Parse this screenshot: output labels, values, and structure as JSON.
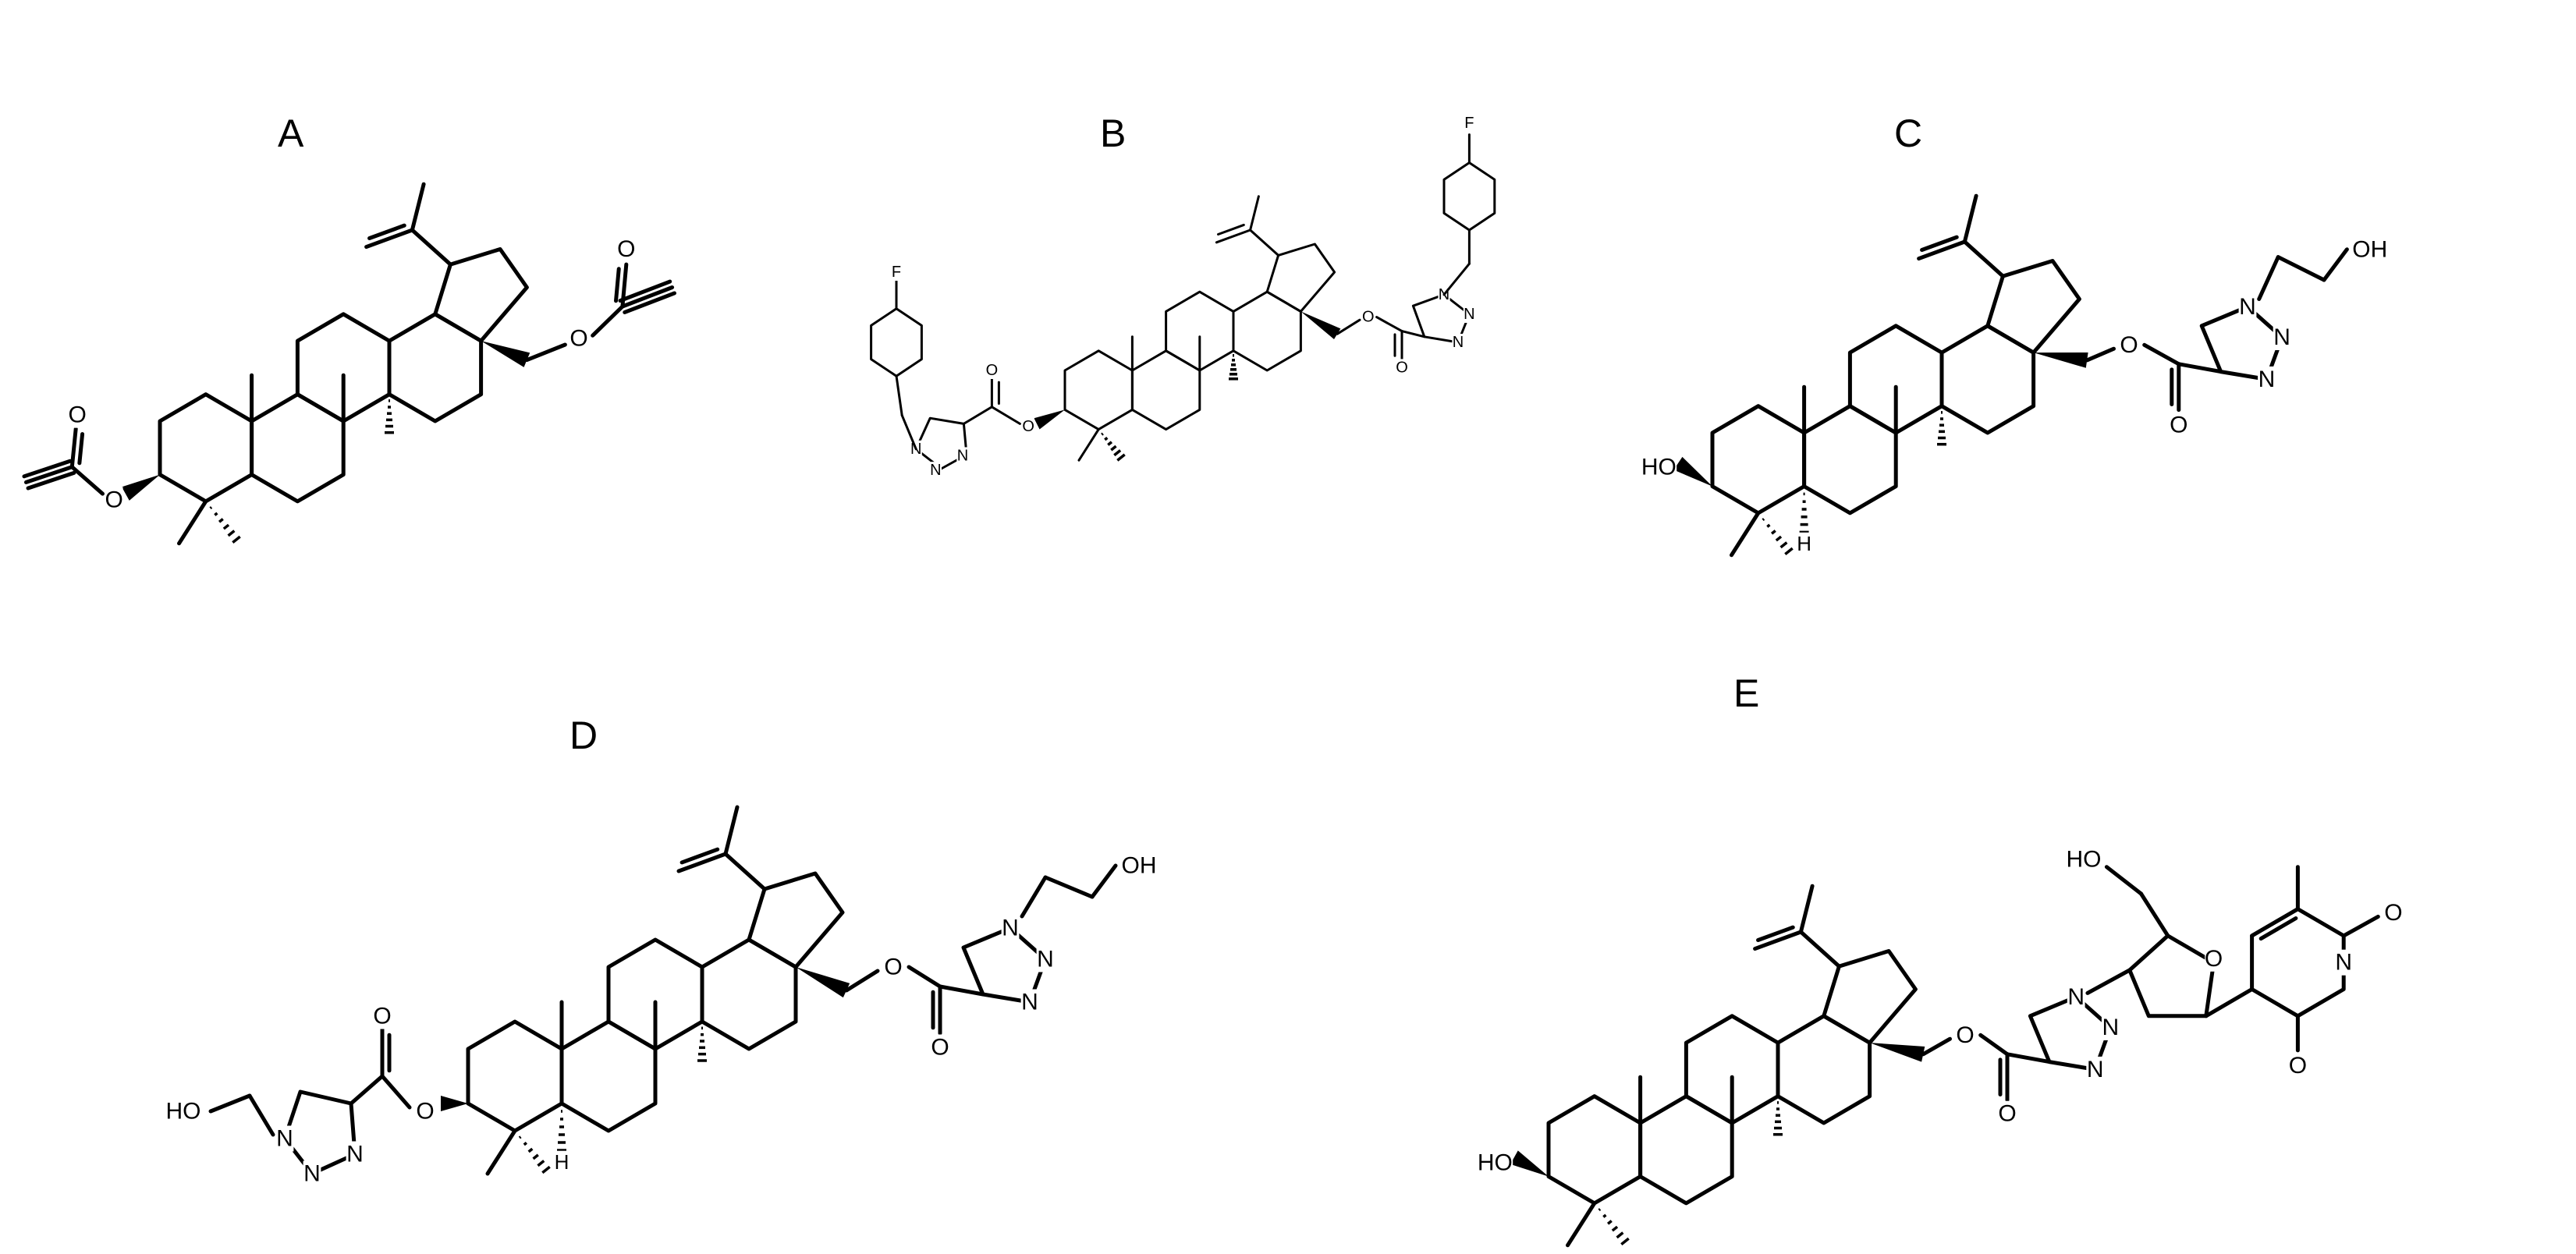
{
  "panels": [
    {
      "id": "A",
      "label": "A",
      "atoms": [
        "O",
        "O",
        "O",
        "O"
      ]
    },
    {
      "id": "B",
      "label": "B",
      "atoms": [
        "F",
        "F",
        "N",
        "N",
        "N",
        "N",
        "N",
        "N",
        "O",
        "O",
        "O",
        "O"
      ]
    },
    {
      "id": "C",
      "label": "C",
      "atoms": [
        "HO",
        "H",
        "O",
        "O",
        "N",
        "N",
        "N",
        "OH"
      ]
    },
    {
      "id": "D",
      "label": "D",
      "atoms": [
        "HO",
        "N",
        "N",
        "N",
        "O",
        "O",
        "H",
        "O",
        "O",
        "N",
        "N",
        "N",
        "OH"
      ]
    },
    {
      "id": "E",
      "label": "E",
      "atoms": [
        "HO",
        "O",
        "O",
        "N",
        "N",
        "N",
        "HO",
        "O",
        "N",
        "O",
        "O"
      ]
    }
  ]
}
